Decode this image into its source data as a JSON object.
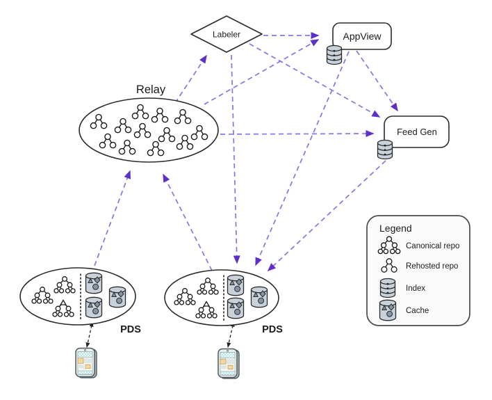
{
  "diagram": {
    "title_hint": "AT Protocol federation architecture diagram",
    "nodes": {
      "relay": {
        "label": "Relay",
        "shape": "ellipse",
        "contains": "rehosted repo trees"
      },
      "labeler": {
        "label": "Labeler",
        "shape": "diamond"
      },
      "appview": {
        "label": "AppView",
        "shape": "rounded-rect",
        "attached_icon": "index-cylinder-icon"
      },
      "feedgen": {
        "label": "Feed Gen",
        "shape": "rounded-rect",
        "attached_icon": "index-cylinder-icon"
      },
      "pds1": {
        "label": "PDS",
        "shape": "ellipse",
        "contains": "canonical repo trees + cache cylinders"
      },
      "pds2": {
        "label": "PDS",
        "shape": "ellipse",
        "contains": "canonical repo trees + cache cylinders"
      }
    },
    "edges": [
      {
        "from": "pds1",
        "to": "relay",
        "style": "dashed-purple-arrow"
      },
      {
        "from": "pds2",
        "to": "relay",
        "style": "dashed-purple-arrow"
      },
      {
        "from": "relay",
        "to": "labeler",
        "style": "dashed-purple-arrow"
      },
      {
        "from": "relay",
        "to": "appview",
        "style": "dashed-purple-arrow"
      },
      {
        "from": "relay",
        "to": "feedgen",
        "style": "dashed-purple-arrow"
      },
      {
        "from": "labeler",
        "to": "appview",
        "style": "dashed-purple-arrow"
      },
      {
        "from": "labeler",
        "to": "feedgen",
        "style": "dashed-purple-arrow"
      },
      {
        "from": "labeler",
        "to": "pds2",
        "style": "dashed-purple-arrow"
      },
      {
        "from": "appview",
        "to": "feedgen",
        "style": "dashed-purple-arrow"
      },
      {
        "from": "appview",
        "to": "pds2",
        "style": "dashed-purple-arrow"
      },
      {
        "from": "feedgen",
        "to": "pds2",
        "style": "dashed-purple-arrow"
      },
      {
        "from": "phone1",
        "to": "pds1",
        "style": "dashed-black-bidirectional"
      },
      {
        "from": "phone2",
        "to": "pds2",
        "style": "dashed-black-bidirectional"
      }
    ],
    "legend": {
      "title": "Legend",
      "items": [
        {
          "icon": "canonical-repo-tree-icon",
          "label": "Canonical repo"
        },
        {
          "icon": "rehosted-repo-tree-icon",
          "label": "Rehosted repo"
        },
        {
          "icon": "index-cylinder-icon",
          "label": "Index"
        },
        {
          "icon": "cache-cylinder-icon",
          "label": "Cache"
        }
      ]
    },
    "icons": {
      "smartphone-icon": "hand-drawn smartphone client under each PDS",
      "canonical-repo-tree-icon": "three-level tree of circles",
      "rehosted-repo-tree-icon": "two-level tree of circles",
      "index-cylinder-icon": "database cylinder with three banded dots",
      "cache-cylinder-icon": "open database cylinder holding triangle, diamond and circle"
    },
    "colors": {
      "edge_dash": "#8b74e2",
      "edge_arrowhead": "#5e30ca",
      "node_stroke": "#2b2b2b",
      "cylinder_fill": "#c9d2da",
      "shape_fill": "#8494a5",
      "legend_fill": "#fbfbfb",
      "phone_screen_teal": "#b9e6e8",
      "phone_card_orange": "#f5d9a3"
    }
  }
}
